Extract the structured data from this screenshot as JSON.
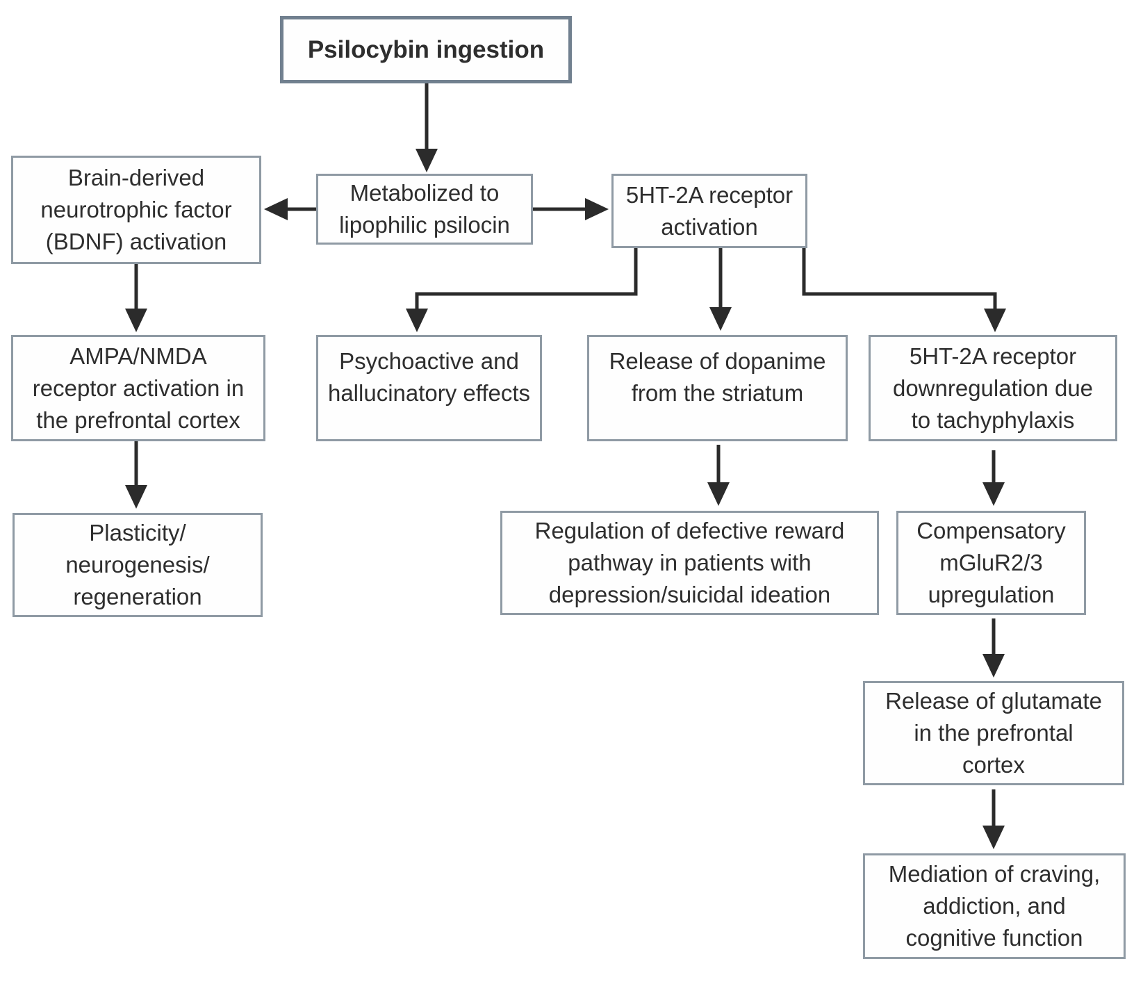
{
  "figure": {
    "type": "flowchart",
    "title": "Psilocybin ingestion"
  },
  "colors": {
    "background": "#ffffff",
    "box_fill": "#fefefe",
    "box_border": "#8f9aa4",
    "title_box_border": "#71808f",
    "text": "#2e2e2e",
    "arrow": "#2b2b2b"
  },
  "nodes": {
    "psilocybin": {
      "label": "Psilocybin ingestion"
    },
    "bdnf": {
      "label": "Brain-derived\nneurotrophic factor\n(BDNF) activation"
    },
    "metabolized": {
      "label": "Metabolized to\nlipophilic psilocin"
    },
    "ht2a_activation": {
      "label": "5HT-2A receptor\nactivation"
    },
    "ampa_nmda": {
      "label": "AMPA/NMDA\nreceptor activation in\nthe prefrontal cortex"
    },
    "psychoactive": {
      "label": "Psychoactive and\nhallucinatory effects"
    },
    "dopamine_release": {
      "label": "Release of dopanime\nfrom the striatum"
    },
    "ht2a_downregulation": {
      "label": "5HT-2A receptor\ndownregulation due\nto tachyphylaxis"
    },
    "plasticity": {
      "label": "Plasticity/\nneurogenesis/\nregeneration"
    },
    "reward_regulation": {
      "label": "Regulation of defective reward\npathway in patients with\ndepression/suicidal ideation"
    },
    "compensatory_mglur": {
      "label": "Compensatory\nmGluR2/3\nupregulation"
    },
    "glutamate_release": {
      "label": "Release of glutamate\nin the prefrontal\ncortex"
    },
    "craving_mediation": {
      "label": "Mediation of craving,\naddiction, and\ncognitive function"
    }
  },
  "edges": [
    {
      "from": "psilocybin",
      "to": "metabolized"
    },
    {
      "from": "metabolized",
      "to": "bdnf"
    },
    {
      "from": "metabolized",
      "to": "ht2a_activation"
    },
    {
      "from": "bdnf",
      "to": "ampa_nmda"
    },
    {
      "from": "ampa_nmda",
      "to": "plasticity"
    },
    {
      "from": "ht2a_activation",
      "to": "psychoactive"
    },
    {
      "from": "ht2a_activation",
      "to": "dopamine_release"
    },
    {
      "from": "ht2a_activation",
      "to": "ht2a_downregulation"
    },
    {
      "from": "dopamine_release",
      "to": "reward_regulation"
    },
    {
      "from": "ht2a_downregulation",
      "to": "compensatory_mglur"
    },
    {
      "from": "compensatory_mglur",
      "to": "glutamate_release"
    },
    {
      "from": "glutamate_release",
      "to": "craving_mediation"
    }
  ]
}
